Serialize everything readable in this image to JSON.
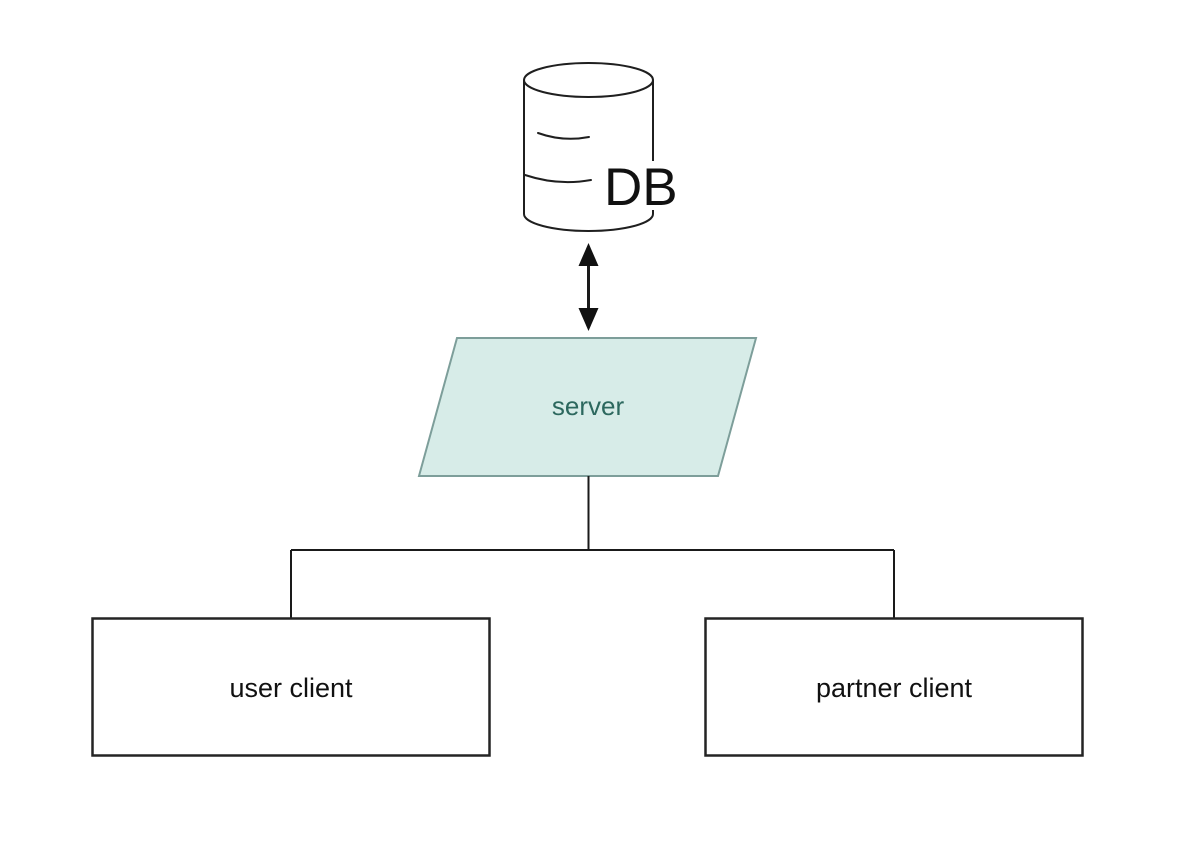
{
  "diagram": {
    "nodes": {
      "db": {
        "label": "DB",
        "shape": "cylinder"
      },
      "server": {
        "label": "server",
        "shape": "parallelogram"
      },
      "user_client": {
        "label": "user client",
        "shape": "rectangle"
      },
      "partner_client": {
        "label": "partner client",
        "shape": "rectangle"
      }
    },
    "edges": [
      {
        "from": "db",
        "to": "server",
        "style": "double-headed-arrow"
      },
      {
        "from": "server",
        "to": "user_client",
        "style": "elbow-line"
      },
      {
        "from": "server",
        "to": "partner_client",
        "style": "elbow-line"
      }
    ],
    "colors": {
      "background": "#ffffff",
      "line": "#1a1a1a",
      "server_fill": "#d7ece8",
      "server_border": "#7d9e9a",
      "server_text": "#2c685e",
      "label_text": "#111111"
    }
  }
}
